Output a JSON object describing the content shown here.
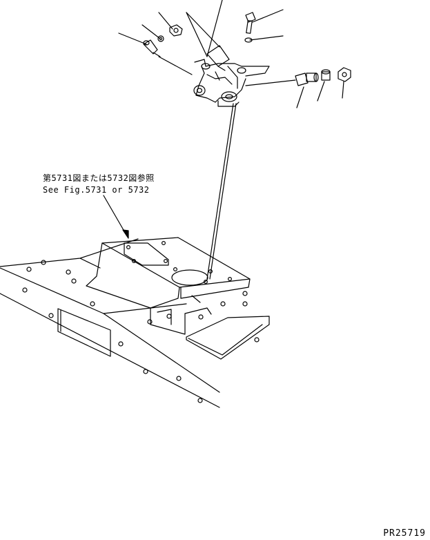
{
  "reference_note": {
    "japanese": "第5731図または5732図参照",
    "english": "See Fig.5731 or 5732"
  },
  "drawing_id": "PR25719"
}
